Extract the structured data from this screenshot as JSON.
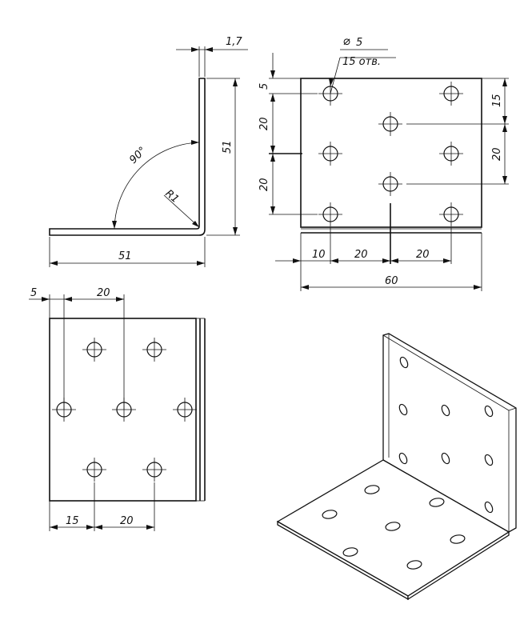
{
  "side_view": {
    "thickness": "1,7",
    "angle": "90°",
    "radius": "R1",
    "height": "51",
    "length": "51"
  },
  "front_view": {
    "hole_diameter": "5",
    "hole_count": "15 отв.",
    "dim_top_offset": "5",
    "dim_row_1": "20",
    "dim_row_2": "20",
    "dim_right_15": "15",
    "dim_right_20": "20",
    "dim_left_10": "10",
    "dim_mid_20": "20",
    "dim_right_bottom_20": "20",
    "total_width": "60"
  },
  "plan_view": {
    "dim_left_5": "5",
    "dim_top_20": "20",
    "dim_bottom_15": "15",
    "dim_bottom_20": "20"
  },
  "colors": {
    "line": "#111111",
    "background": "#ffffff"
  }
}
